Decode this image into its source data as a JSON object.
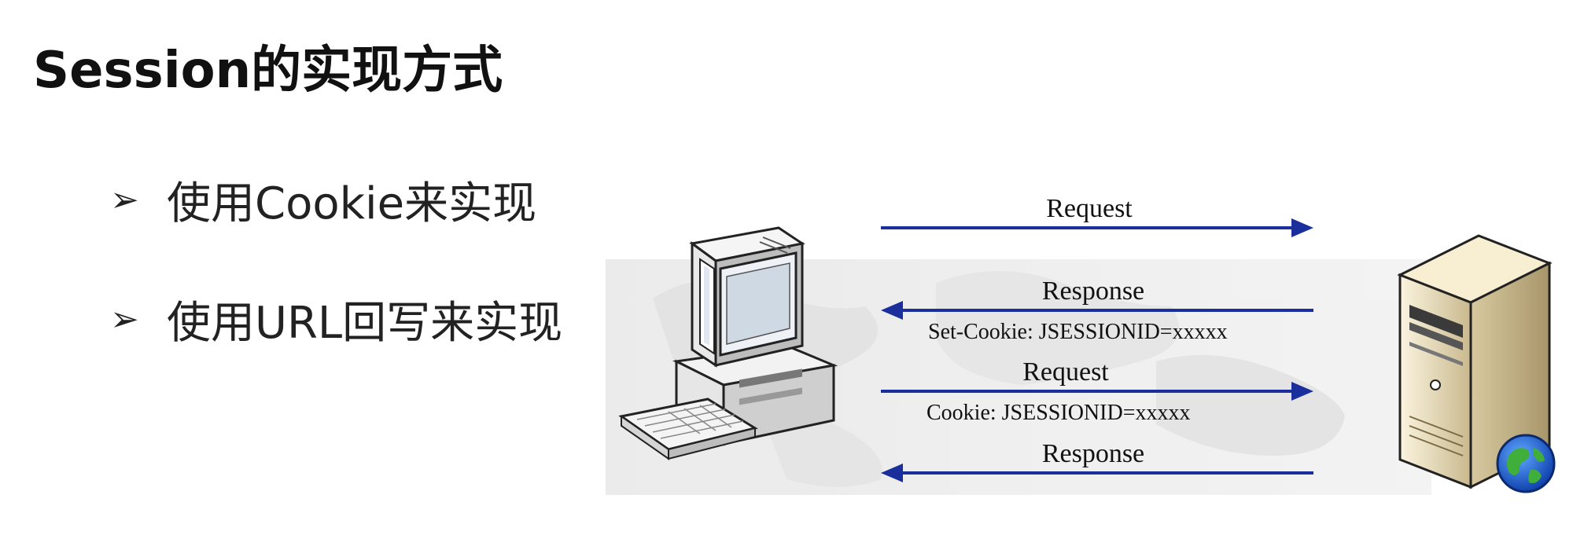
{
  "slide": {
    "title": "Session的实现方式",
    "bullets": [
      {
        "marker": "➢",
        "text": "使用Cookie来实现"
      },
      {
        "marker": "➢",
        "text": "使用URL回写来实现"
      }
    ]
  },
  "diagram": {
    "client_icon": "computer-icon",
    "server_icon": "server-icon",
    "arrow_color": "#1a2f9c",
    "messages": [
      {
        "direction": "to-server",
        "label": "Request",
        "header": ""
      },
      {
        "direction": "to-client",
        "label": "Response",
        "header": "Set-Cookie: JSESSIONID=xxxxx"
      },
      {
        "direction": "to-server",
        "label": "Request",
        "header": "Cookie: JSESSIONID=xxxxx"
      },
      {
        "direction": "to-client",
        "label": "Response",
        "header": ""
      }
    ]
  }
}
